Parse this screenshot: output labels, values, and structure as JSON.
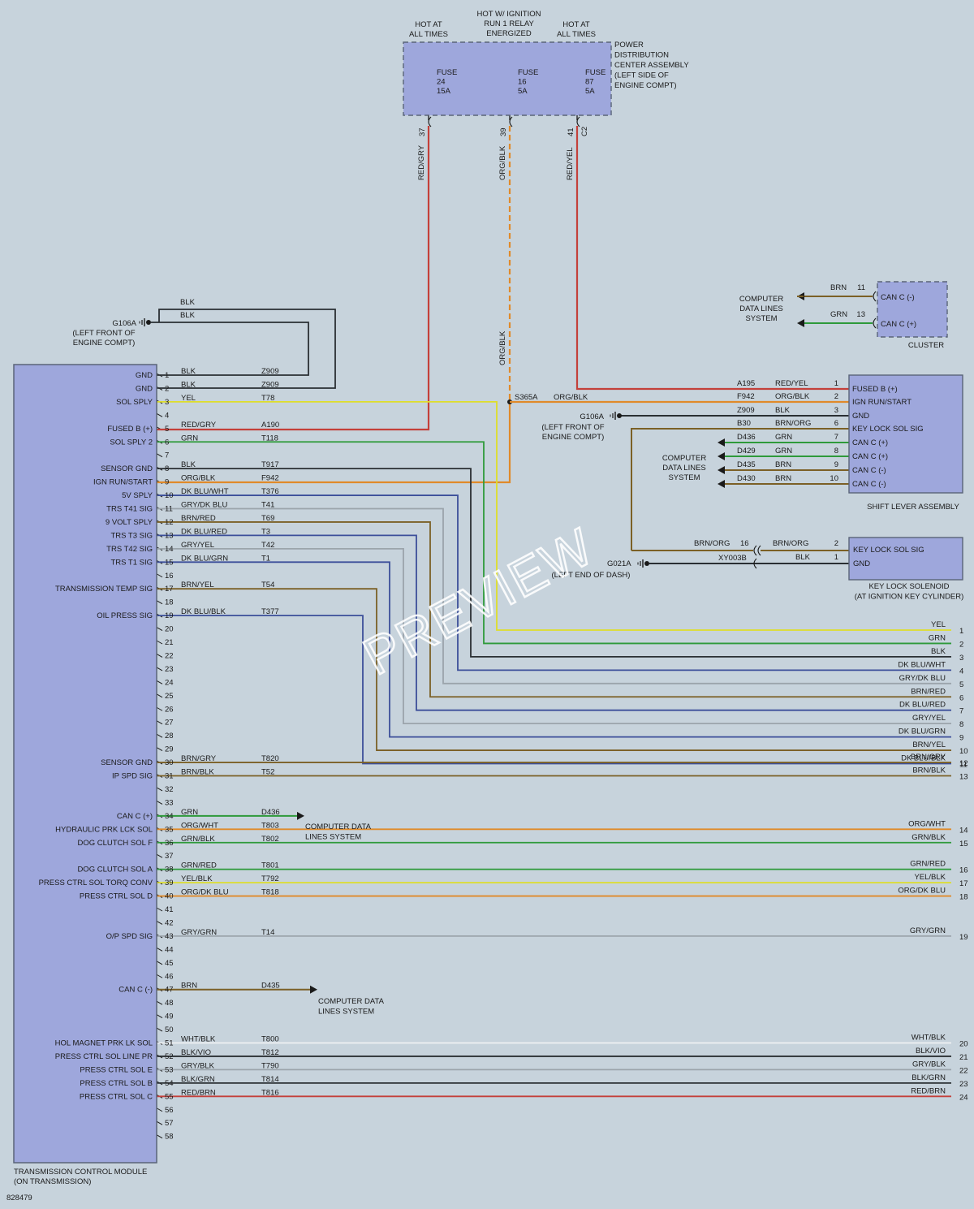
{
  "pdc": {
    "hot_left": [
      "HOT AT",
      "ALL TIMES"
    ],
    "hot_mid": [
      "HOT W/ IGNITION",
      "RUN 1 RELAY",
      "ENERGIZED"
    ],
    "hot_right": [
      "HOT AT",
      "ALL TIMES"
    ],
    "fuses": [
      {
        "label": [
          "FUSE",
          "24",
          "15A"
        ],
        "pin": "37",
        "wire": "RED/GRY"
      },
      {
        "label": [
          "FUSE",
          "16",
          "5A"
        ],
        "pin": "39",
        "wire": "ORG/BLK"
      },
      {
        "label": [
          "FUSE",
          "87",
          "5A"
        ],
        "pin": "41",
        "wire": "RED/YEL"
      }
    ],
    "conn": "C2",
    "name": [
      "POWER",
      "DISTRIBUTION",
      "CENTER ASSEMBLY",
      "(LEFT SIDE OF",
      "ENGINE COMPT)"
    ]
  },
  "ground_left": {
    "id": "G106A",
    "desc": [
      "(LEFT FRONT OF",
      "ENGINE COMPT)"
    ],
    "wires": [
      "BLK",
      "BLK"
    ]
  },
  "org_blk_vertical": "ORG/BLK",
  "splice": {
    "id": "S365A",
    "wire": "ORG/BLK"
  },
  "ground_mid": {
    "id": "G106A",
    "desc": [
      "(LEFT FRONT OF",
      "ENGINE COMPT)"
    ]
  },
  "ground_dash": {
    "id": "G021A",
    "desc": "(LEFT END OF DASH)"
  },
  "cluster": {
    "name": "CLUSTER",
    "pins": [
      {
        "wire": "BRN",
        "num": "11",
        "sig": "CAN C (-)"
      },
      {
        "wire": "GRN",
        "num": "13",
        "sig": "CAN C (+)"
      }
    ],
    "sys": [
      "COMPUTER",
      "DATA LINES",
      "SYSTEM"
    ]
  },
  "shift_lever": {
    "name": "SHIFT LEVER ASSEMBLY",
    "pins": [
      {
        "circ": "A195",
        "wire": "RED/YEL",
        "num": "1",
        "sig": "FUSED B (+)"
      },
      {
        "circ": "F942",
        "wire": "ORG/BLK",
        "num": "2",
        "sig": "IGN RUN/START"
      },
      {
        "circ": "Z909",
        "wire": "BLK",
        "num": "3",
        "sig": "GND"
      },
      {
        "circ": "B30",
        "wire": "BRN/ORG",
        "num": "6",
        "sig": "KEY LOCK SOL SIG"
      },
      {
        "circ": "D436",
        "wire": "GRN",
        "num": "7",
        "sig": "CAN C (+)"
      },
      {
        "circ": "D429",
        "wire": "GRN",
        "num": "8",
        "sig": "CAN C (+)"
      },
      {
        "circ": "D435",
        "wire": "BRN",
        "num": "9",
        "sig": "CAN C (-)"
      },
      {
        "circ": "D430",
        "wire": "BRN",
        "num": "10",
        "sig": "CAN C (-)"
      }
    ],
    "sys": [
      "COMPUTER",
      "DATA LINES",
      "SYSTEM"
    ]
  },
  "key_lock": {
    "name": [
      "KEY LOCK SOLENOID",
      "(AT IGNITION KEY CYLINDER)"
    ],
    "pins": [
      {
        "wire": "BRN/ORG",
        "num": "2",
        "sig": "KEY LOCK SOL SIG"
      },
      {
        "wire": "BLK",
        "num": "1",
        "sig": "GND"
      }
    ],
    "in_wire": "BRN/ORG",
    "in_pin": "16",
    "conn": "XY003B"
  },
  "tcm": {
    "name": [
      "TRANSMISSION CONTROL MODULE",
      "(ON TRANSMISSION)"
    ],
    "pins": [
      {
        "n": "1",
        "sig": "GND",
        "wire": "BLK",
        "circ": "Z909"
      },
      {
        "n": "2",
        "sig": "GND",
        "wire": "BLK",
        "circ": "Z909"
      },
      {
        "n": "3",
        "sig": "SOL SPLY",
        "wire": "YEL",
        "circ": "T78"
      },
      {
        "n": "4",
        "sig": "",
        "wire": "",
        "circ": ""
      },
      {
        "n": "5",
        "sig": "FUSED B (+)",
        "wire": "RED/GRY",
        "circ": "A190"
      },
      {
        "n": "6",
        "sig": "SOL SPLY 2",
        "wire": "GRN",
        "circ": "T118"
      },
      {
        "n": "7",
        "sig": "",
        "wire": "",
        "circ": ""
      },
      {
        "n": "8",
        "sig": "SENSOR GND",
        "wire": "BLK",
        "circ": "T917"
      },
      {
        "n": "9",
        "sig": "IGN RUN/START",
        "wire": "ORG/BLK",
        "circ": "F942"
      },
      {
        "n": "10",
        "sig": "5V SPLY",
        "wire": "DK BLU/WHT",
        "circ": "T376"
      },
      {
        "n": "11",
        "sig": "TRS T41 SIG",
        "wire": "GRY/DK BLU",
        "circ": "T41"
      },
      {
        "n": "12",
        "sig": "9 VOLT SPLY",
        "wire": "BRN/RED",
        "circ": "T69"
      },
      {
        "n": "13",
        "sig": "TRS T3 SIG",
        "wire": "DK BLU/RED",
        "circ": "T3"
      },
      {
        "n": "14",
        "sig": "TRS T42 SIG",
        "wire": "GRY/YEL",
        "circ": "T42"
      },
      {
        "n": "15",
        "sig": "TRS T1 SIG",
        "wire": "DK BLU/GRN",
        "circ": "T1"
      },
      {
        "n": "16",
        "sig": "",
        "wire": "",
        "circ": ""
      },
      {
        "n": "17",
        "sig": "TRANSMISSION TEMP SIG",
        "wire": "BRN/YEL",
        "circ": "T54"
      },
      {
        "n": "18",
        "sig": "",
        "wire": "",
        "circ": ""
      },
      {
        "n": "19",
        "sig": "OIL PRESS SIG",
        "wire": "DK BLU/BLK",
        "circ": "T377"
      },
      {
        "n": "20",
        "sig": "",
        "wire": "",
        "circ": ""
      },
      {
        "n": "21",
        "sig": "",
        "wire": "",
        "circ": ""
      },
      {
        "n": "22",
        "sig": "",
        "wire": "",
        "circ": ""
      },
      {
        "n": "23",
        "sig": "",
        "wire": "",
        "circ": ""
      },
      {
        "n": "24",
        "sig": "",
        "wire": "",
        "circ": ""
      },
      {
        "n": "25",
        "sig": "",
        "wire": "",
        "circ": ""
      },
      {
        "n": "26",
        "sig": "",
        "wire": "",
        "circ": ""
      },
      {
        "n": "27",
        "sig": "",
        "wire": "",
        "circ": ""
      },
      {
        "n": "28",
        "sig": "",
        "wire": "",
        "circ": ""
      },
      {
        "n": "29",
        "sig": "",
        "wire": "",
        "circ": ""
      },
      {
        "n": "30",
        "sig": "SENSOR GND",
        "wire": "BRN/GRY",
        "circ": "T820"
      },
      {
        "n": "31",
        "sig": "IP SPD SIG",
        "wire": "BRN/BLK",
        "circ": "T52"
      },
      {
        "n": "32",
        "sig": "",
        "wire": "",
        "circ": ""
      },
      {
        "n": "33",
        "sig": "",
        "wire": "",
        "circ": ""
      },
      {
        "n": "34",
        "sig": "CAN C (+)",
        "wire": "GRN",
        "circ": "D436"
      },
      {
        "n": "35",
        "sig": "HYDRAULIC PRK LCK SOL",
        "wire": "ORG/WHT",
        "circ": "T803"
      },
      {
        "n": "36",
        "sig": "DOG CLUTCH SOL F",
        "wire": "GRN/BLK",
        "circ": "T802"
      },
      {
        "n": "37",
        "sig": "",
        "wire": "",
        "circ": ""
      },
      {
        "n": "38",
        "sig": "DOG CLUTCH SOL A",
        "wire": "GRN/RED",
        "circ": "T801"
      },
      {
        "n": "39",
        "sig": "PRESS CTRL SOL TORQ CONV",
        "wire": "YEL/BLK",
        "circ": "T792"
      },
      {
        "n": "40",
        "sig": "PRESS CTRL SOL D",
        "wire": "ORG/DK BLU",
        "circ": "T818"
      },
      {
        "n": "41",
        "sig": "",
        "wire": "",
        "circ": ""
      },
      {
        "n": "42",
        "sig": "",
        "wire": "",
        "circ": ""
      },
      {
        "n": "43",
        "sig": "O/P SPD SIG",
        "wire": "GRY/GRN",
        "circ": "T14"
      },
      {
        "n": "44",
        "sig": "",
        "wire": "",
        "circ": ""
      },
      {
        "n": "45",
        "sig": "",
        "wire": "",
        "circ": ""
      },
      {
        "n": "46",
        "sig": "",
        "wire": "",
        "circ": ""
      },
      {
        "n": "47",
        "sig": "CAN C (-)",
        "wire": "BRN",
        "circ": "D435"
      },
      {
        "n": "48",
        "sig": "",
        "wire": "",
        "circ": ""
      },
      {
        "n": "49",
        "sig": "",
        "wire": "",
        "circ": ""
      },
      {
        "n": "50",
        "sig": "",
        "wire": "",
        "circ": ""
      },
      {
        "n": "51",
        "sig": "HOL MAGNET PRK LK SOL",
        "wire": "WHT/BLK",
        "circ": "T800"
      },
      {
        "n": "52",
        "sig": "PRESS CTRL SOL LINE PR",
        "wire": "BLK/VIO",
        "circ": "T812"
      },
      {
        "n": "53",
        "sig": "PRESS CTRL SOL E",
        "wire": "GRY/BLK",
        "circ": "T790"
      },
      {
        "n": "54",
        "sig": "PRESS CTRL SOL B",
        "wire": "BLK/GRN",
        "circ": "T814"
      },
      {
        "n": "55",
        "sig": "PRESS CTRL SOL C",
        "wire": "RED/BRN",
        "circ": "T816"
      },
      {
        "n": "56",
        "sig": "",
        "wire": "",
        "circ": ""
      },
      {
        "n": "57",
        "sig": "",
        "wire": "",
        "circ": ""
      },
      {
        "n": "58",
        "sig": "",
        "wire": "",
        "circ": ""
      }
    ],
    "cdl_label": [
      "COMPUTER DATA",
      "LINES SYSTEM"
    ]
  },
  "right_outputs": [
    {
      "n": "1",
      "wire": "YEL"
    },
    {
      "n": "2",
      "wire": "GRN"
    },
    {
      "n": "3",
      "wire": "BLK"
    },
    {
      "n": "4",
      "wire": "DK BLU/WHT"
    },
    {
      "n": "5",
      "wire": "GRY/DK BLU"
    },
    {
      "n": "6",
      "wire": "BRN/RED"
    },
    {
      "n": "7",
      "wire": "DK BLU/RED"
    },
    {
      "n": "8",
      "wire": "GRY/YEL"
    },
    {
      "n": "9",
      "wire": "DK BLU/GRN"
    },
    {
      "n": "10",
      "wire": "BRN/YEL"
    },
    {
      "n": "11",
      "wire": "DK BLU/BLK"
    },
    {
      "n": "12",
      "wire": "BRN/GRY"
    },
    {
      "n": "13",
      "wire": "BRN/BLK"
    },
    {
      "n": "14",
      "wire": "ORG/WHT"
    },
    {
      "n": "15",
      "wire": "GRN/BLK"
    },
    {
      "n": "16",
      "wire": "GRN/RED"
    },
    {
      "n": "17",
      "wire": "YEL/BLK"
    },
    {
      "n": "18",
      "wire": "ORG/DK BLU"
    },
    {
      "n": "19",
      "wire": "GRY/GRN"
    },
    {
      "n": "20",
      "wire": "WHT/BLK"
    },
    {
      "n": "21",
      "wire": "BLK/VIO"
    },
    {
      "n": "22",
      "wire": "GRY/BLK"
    },
    {
      "n": "23",
      "wire": "BLK/GRN"
    },
    {
      "n": "24",
      "wire": "RED/BRN"
    }
  ],
  "watermark": "PREVIEW",
  "figure_id": "828479"
}
